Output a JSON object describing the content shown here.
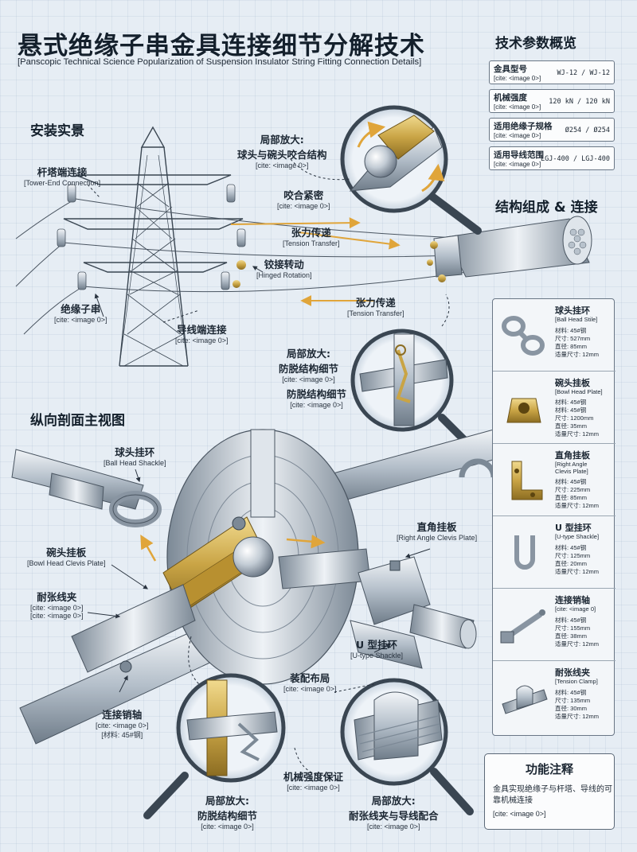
{
  "header": {
    "title": "悬式绝缘子串金具连接细节分解技术",
    "subtitle": "[Panscopic Technical Science Popularization of Suspension Insulator String Fitting Connection Details]"
  },
  "sections": {
    "install": "安装实景",
    "section_view": "纵向剖面主视图",
    "params": "技术参数概览",
    "structure": "结构组成 & 连接",
    "function": "功能注释"
  },
  "cite": "<image 0>",
  "install_labels": {
    "tower_end": {
      "zh": "杆塔端连接",
      "en": "Tower-End Connection"
    },
    "insulator": {
      "zh": "绝缘子串"
    },
    "conductor_end": {
      "zh": "导线端连接"
    },
    "tension1": {
      "zh": "张力传递",
      "en": "Tension Transfer"
    },
    "hinged": {
      "zh": "铰接转动",
      "en": "Hinged Rotation"
    },
    "tension2": {
      "zh": "张力传递",
      "en": "Tension Transfer"
    },
    "zoom1_line1": "局部放大:",
    "zoom1_line2": "球头与碗头咬合结构",
    "bite": "咬合紧密",
    "zoom2_line1": "局部放大:",
    "zoom2_line2": "防脱结构细节",
    "anti_detach": "防脱结构细节"
  },
  "section_labels": {
    "ball_shackle": {
      "zh": "球头挂环",
      "en": "Ball Head Shackle"
    },
    "bowl_plate": {
      "zh": "碗头挂板",
      "en": "Bowl Head Clevis Plate"
    },
    "tension_clamp": {
      "zh": "耐张线夹"
    },
    "pin": {
      "zh": "连接销轴",
      "material": "材料: 45#钢"
    },
    "right_angle": {
      "zh": "直角挂板",
      "en": "Right Angle Clevis Plate"
    },
    "u_shackle": {
      "zh": "U 型挂环",
      "en": "U-type Shackle"
    },
    "assembly": {
      "zh": "装配布局"
    },
    "strength": {
      "zh": "机械强度保证"
    },
    "zoom3_line1": "局部放大:",
    "zoom3_line2": "防脱结构细节",
    "zoom4_line1": "局部放大:",
    "zoom4_line2": "耐张线夹与导线配合"
  },
  "params": [
    {
      "label": "金具型号",
      "value": "WJ-12 / WJ-12"
    },
    {
      "label": "机械强度",
      "value": "120 kN / 120 kN"
    },
    {
      "label": "适用绝缘子规格",
      "value": "Ø254 / Ø254"
    },
    {
      "label": "适用导线范围",
      "value": "LGJ-400 / LGJ-400"
    }
  ],
  "components": [
    {
      "zh": "球头挂环",
      "en": [
        "[Ball Head Stile]"
      ],
      "specs": [
        "材料: 45#钢",
        "尺寸: 527mm",
        "直径: 85mm",
        "适量尺寸: 12mm"
      ],
      "icon": "ball-shackle-icon"
    },
    {
      "zh": "碗头挂板",
      "en": [
        "[Bowl Head Plate]"
      ],
      "specs": [
        "材料: 45#钢",
        "材料: 45#钢",
        "尺寸: 1200mm",
        "直径: 35mm",
        "适量尺寸: 12mm"
      ],
      "icon": "bowl-plate-icon"
    },
    {
      "zh": "直角挂板",
      "en": [
        "[Right Angle",
        "Clevis Plate]"
      ],
      "specs": [
        "材料: 45#钢",
        "尺寸: 225mm",
        "直径: 85mm",
        "适量尺寸: 12mm"
      ],
      "icon": "right-angle-plate-icon"
    },
    {
      "zh": "U 型挂环",
      "en": [
        "[U-type Shackle]"
      ],
      "specs": [
        "材料: 45#钢",
        "尺寸: 125mm",
        "直径: 20mm",
        "适量尺寸: 12mm"
      ],
      "icon": "u-shackle-icon"
    },
    {
      "zh": "连接销轴",
      "en": [
        "[cite: <image 0]"
      ],
      "specs": [
        "材料: 45#钢",
        "尺寸: 155mm",
        "直径: 38mm",
        "适量尺寸: 12mm"
      ],
      "icon": "pin-icon"
    },
    {
      "zh": "耐张线夹",
      "en": [
        "[Tension Clamp]"
      ],
      "specs": [
        "材料: 45#钢",
        "尺寸: 135mm",
        "直径: 30mm",
        "适量尺寸: 12mm"
      ],
      "icon": "tension-clamp-icon"
    }
  ],
  "function_note": {
    "body": "金具实现绝缘子与杆塔、导线的可靠机械连接",
    "cite": "[cite: <image 0>]"
  },
  "colors": {
    "steel": "#a9b4bf",
    "brass": "#c9a445",
    "ink": "#1c2733",
    "arrow": "#e0a53a"
  }
}
